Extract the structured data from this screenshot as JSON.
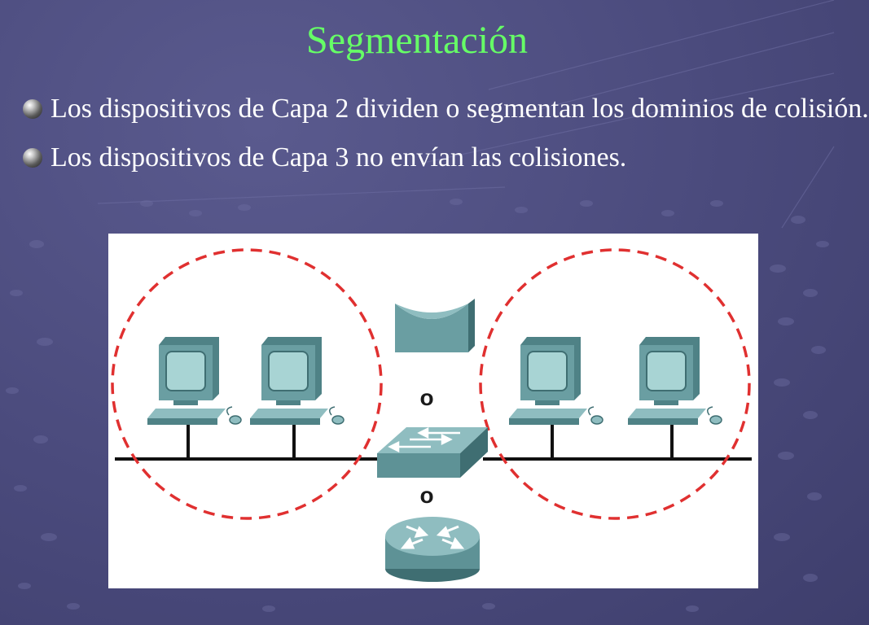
{
  "slide": {
    "title": "Segmentación",
    "bullets": [
      "Los dispositivos de Capa 2 dividen o segmentan los dominios de colisión.",
      "Los dispositivos de Capa 3 no envían las colisiones."
    ]
  },
  "diagram": {
    "or_top": "o",
    "or_bottom": "o",
    "devices": [
      "computer-icon",
      "computer-icon",
      "computer-icon",
      "computer-icon",
      "bridge-icon",
      "switch-icon",
      "router-icon"
    ],
    "colors": {
      "title": "#66ff66",
      "collision_domain": "#e03030",
      "device_fill": "#6a9ea2",
      "device_dark": "#3f6e72",
      "screen": "#a8d4d4"
    }
  }
}
